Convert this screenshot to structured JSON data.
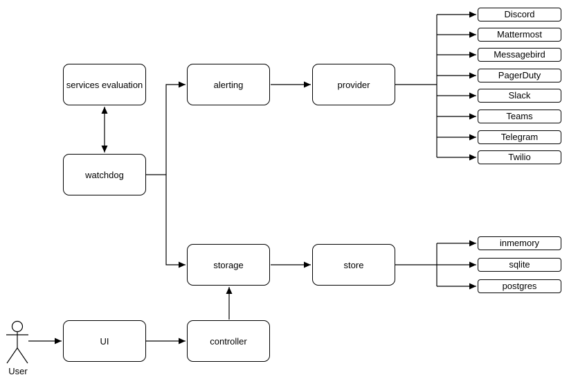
{
  "diagram": {
    "background_color": "#ffffff",
    "stroke_color": "#000000",
    "node_fill_color": "#ffffff",
    "nodes": {
      "services_evaluation": "services evaluation",
      "watchdog": "watchdog",
      "alerting": "alerting",
      "provider": "provider",
      "storage": "storage",
      "store": "store",
      "ui": "UI",
      "controller": "controller"
    },
    "provider_items": [
      "Discord",
      "Mattermost",
      "Messagebird",
      "PagerDuty",
      "Slack",
      "Teams",
      "Telegram",
      "Twilio"
    ],
    "store_items": [
      "inmemory",
      "sqlite",
      "postgres"
    ],
    "actor_label": "User"
  }
}
